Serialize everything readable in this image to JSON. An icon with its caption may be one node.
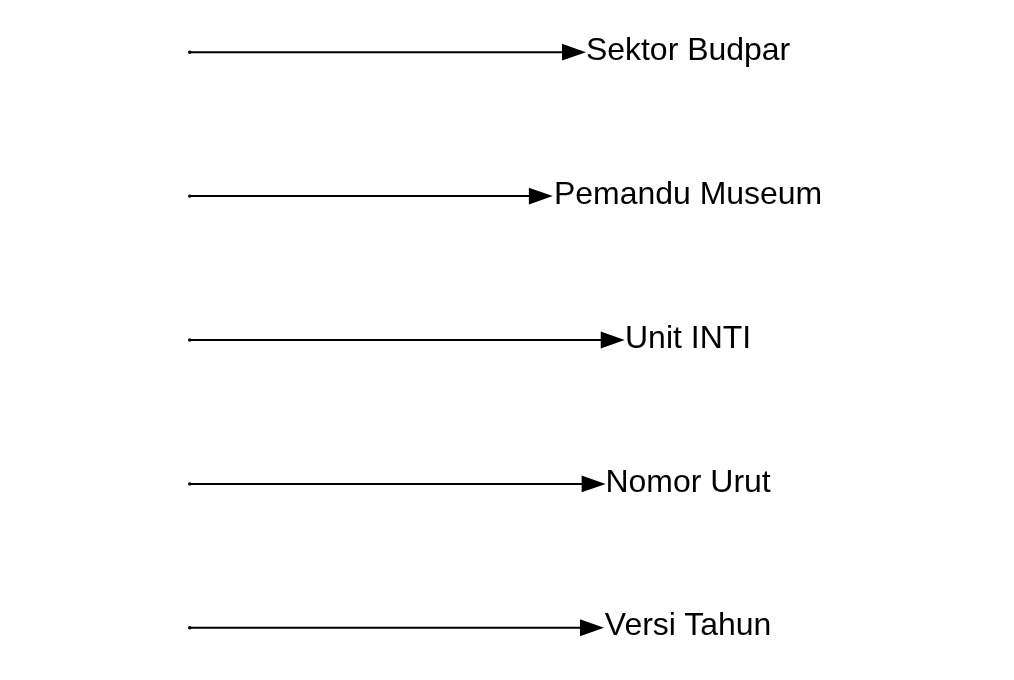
{
  "diagram": {
    "nodes": [
      {
        "text": [
          "Versi Tahun"
        ]
      },
      {
        "text": [
          "Nomor Urut"
        ]
      },
      {
        "text": [
          "Unit INTI"
        ]
      },
      {
        "text": [
          "Pemandu Museum"
        ]
      },
      {
        "text": [
          "Sektor Budpar"
        ]
      }
    ],
    "edges": [
      {
        "from": null,
        "to": 0,
        "arrow": "to"
      },
      {
        "from": null,
        "to": 1,
        "arrow": "to"
      },
      {
        "from": null,
        "to": 2,
        "arrow": "to"
      },
      {
        "from": null,
        "to": 3,
        "arrow": "to"
      },
      {
        "from": null,
        "to": 4,
        "arrow": "to"
      }
    ]
  }
}
